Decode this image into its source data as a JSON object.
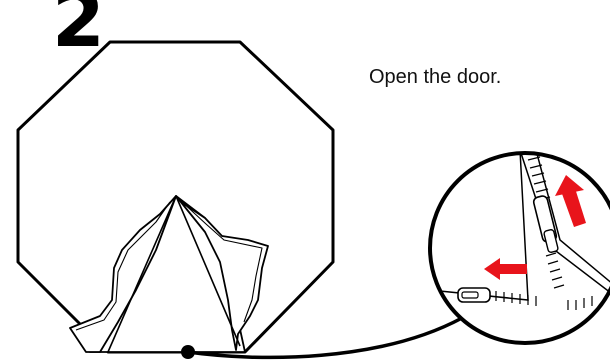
{
  "step": {
    "number": "2",
    "instruction": "Open the door."
  },
  "colors": {
    "line": "#000000",
    "arrow": "#e8141b",
    "fill": "#ffffff"
  },
  "icons": [
    "tent-octagon-outline",
    "tent-door-flap",
    "zipper-detail-inset",
    "red-arrow-up",
    "red-arrow-left"
  ]
}
